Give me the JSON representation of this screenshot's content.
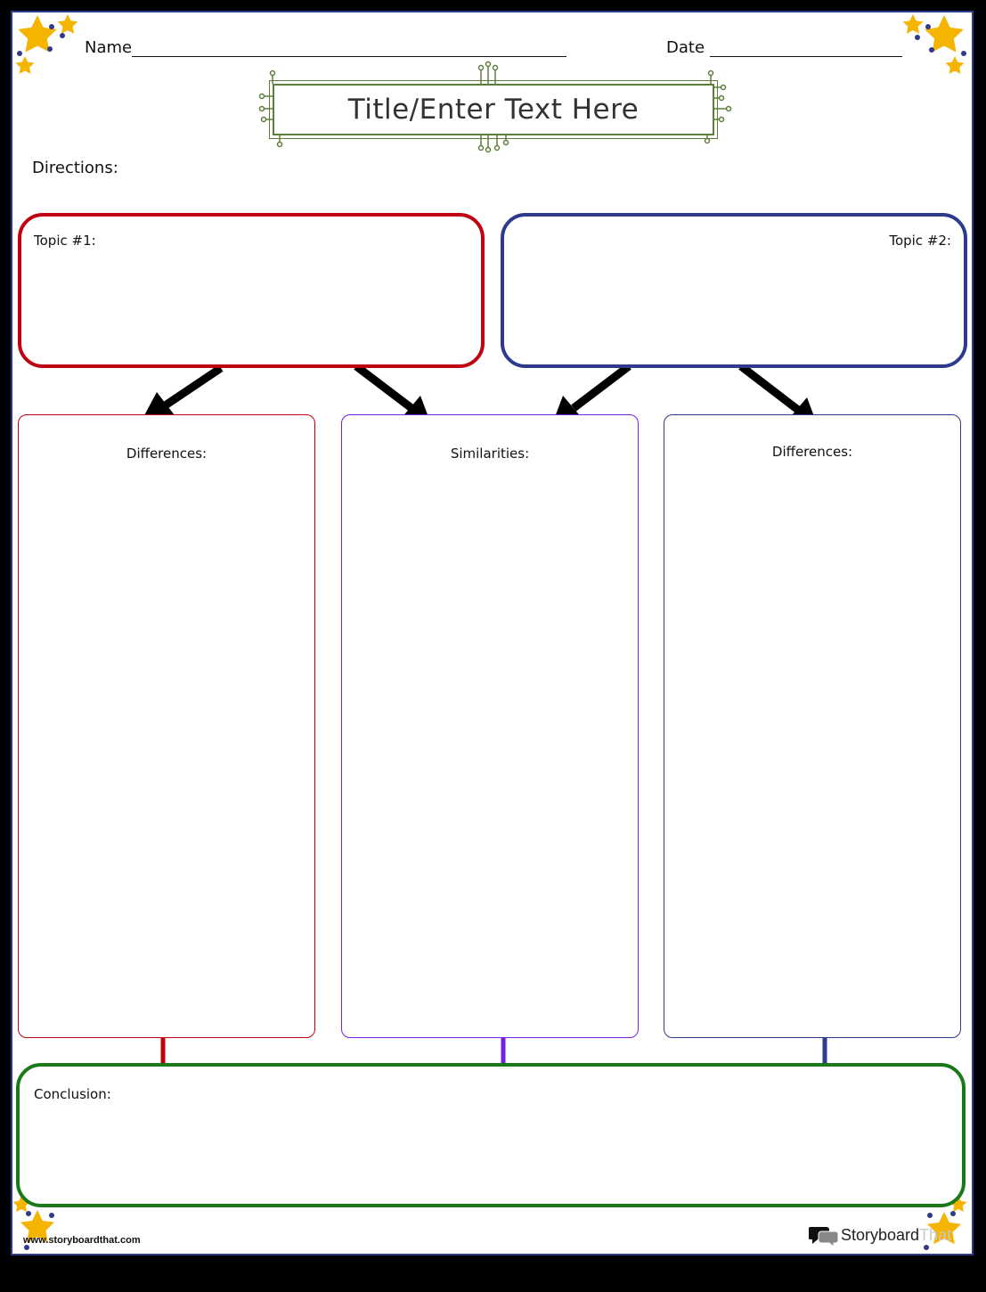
{
  "header": {
    "name_label": "Name",
    "date_label": "Date"
  },
  "title": {
    "text": "Title/Enter Text Here"
  },
  "directions": {
    "label": "Directions:"
  },
  "topics": {
    "topic1": {
      "label": "Topic #1:",
      "color": "#c00010"
    },
    "topic2": {
      "label": "Topic #2:",
      "color": "#2e3a8c"
    }
  },
  "columns": {
    "left": {
      "label": "Differences:",
      "color": "#c00010"
    },
    "middle": {
      "label": "Similarities:",
      "color": "#7a1ee6"
    },
    "right": {
      "label": "Differences:",
      "color": "#2e3a8c"
    }
  },
  "conclusion": {
    "label": "Conclusion:",
    "color": "#1a7a1a"
  },
  "footer": {
    "url": "www.storyboardthat.com",
    "brand_part1": "Storyboard",
    "brand_part2": "That"
  },
  "decorations": {
    "star_color": "#f5b400",
    "dot_color": "#2e3a8c",
    "frame_color": "#5d7e3a",
    "icons": [
      "star-icon",
      "speech-bubble-icon",
      "arrow-icon"
    ]
  }
}
